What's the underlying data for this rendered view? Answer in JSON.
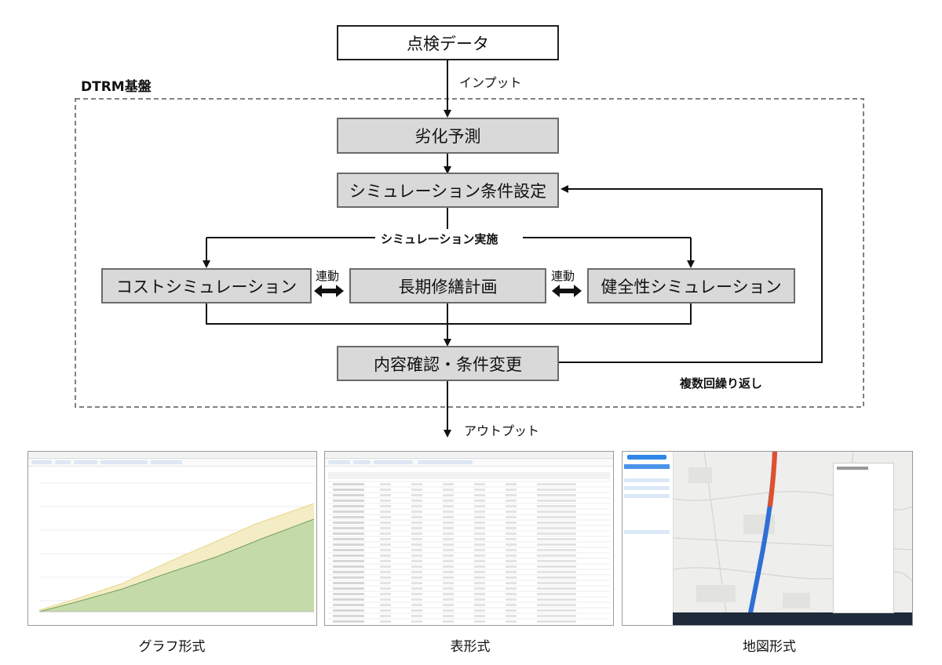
{
  "platform_label": "DTRM基盤",
  "nodes": {
    "inspection_data": "点検データ",
    "deterioration": "劣化予測",
    "sim_condition": "シミュレーション条件設定",
    "cost_sim": "コストシミュレーション",
    "long_term_plan": "長期修繕計画",
    "health_sim": "健全性シミュレーション",
    "review": "内容確認・条件変更"
  },
  "labels": {
    "input": "インプット",
    "sim_exec": "シミュレーション実施",
    "link_left": "連動",
    "link_right": "連動",
    "repeat": "複数回繰り返し",
    "output": "アウトプット"
  },
  "outputs": [
    {
      "caption": "グラフ形式",
      "kind": "graph"
    },
    {
      "caption": "表形式",
      "kind": "table"
    },
    {
      "caption": "地図形式",
      "kind": "map"
    }
  ],
  "colors": {
    "box_fill": "#d9d9d9",
    "dashed_border": "#808080",
    "graph_yellow": "#f4ecc4",
    "graph_green": "#bcd7a4",
    "map_route": "#2f6fd6",
    "map_route_hot": "#e0502c",
    "app_accent": "#2f86e8"
  }
}
